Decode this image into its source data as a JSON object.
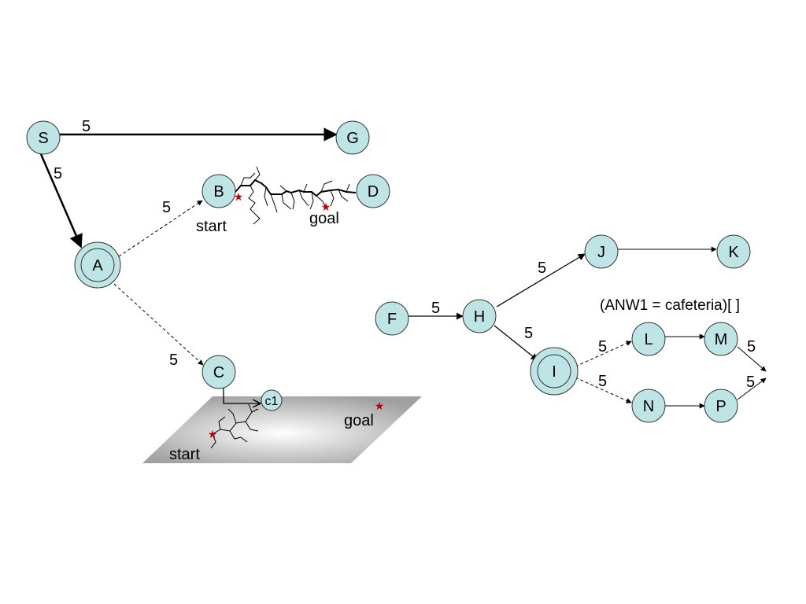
{
  "nodes": {
    "S": "S",
    "G": "G",
    "A": "A",
    "B": "B",
    "C": "C",
    "D": "D",
    "F": "F",
    "H": "H",
    "I": "I",
    "J": "J",
    "K": "K",
    "L": "L",
    "M": "M",
    "N": "N",
    "P": "P",
    "c1": "c1"
  },
  "weights": {
    "sg": "5",
    "sa": "5",
    "ab": "5",
    "ac": "5",
    "fh": "5",
    "hj": "5",
    "hi": "5",
    "il": "5",
    "in": "5",
    "m_out": "5",
    "p_out": "5"
  },
  "annotations": {
    "b_start": "start",
    "b_goal": "goal",
    "c_start": "start",
    "c_goal": "goal",
    "condition": "(ANW1 = cafeteria)[ ]"
  },
  "colors": {
    "node_fill": "#bfe4e6",
    "star": "#c00000"
  }
}
